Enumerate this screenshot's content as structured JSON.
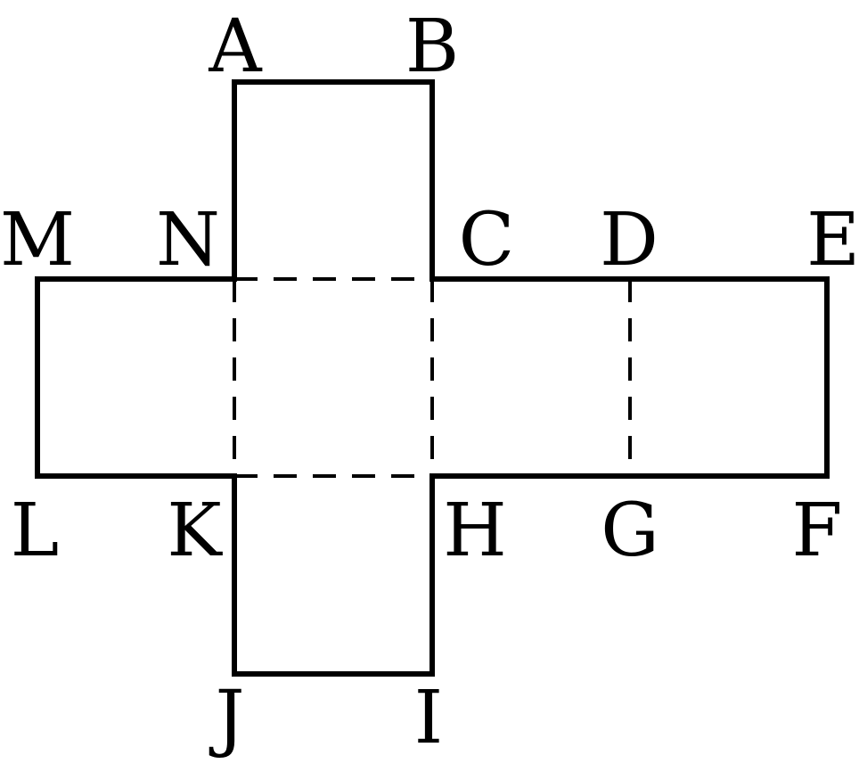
{
  "colors": {
    "stroke": "#000000",
    "label": "#000000",
    "background": "#ffffff"
  },
  "vertices": {
    "A": "A",
    "B": "B",
    "C": "C",
    "D": "D",
    "E": "E",
    "F": "F",
    "G": "G",
    "H": "H",
    "I": "I",
    "J": "J",
    "K": "K",
    "L": "L",
    "M": "M",
    "N": "N"
  }
}
